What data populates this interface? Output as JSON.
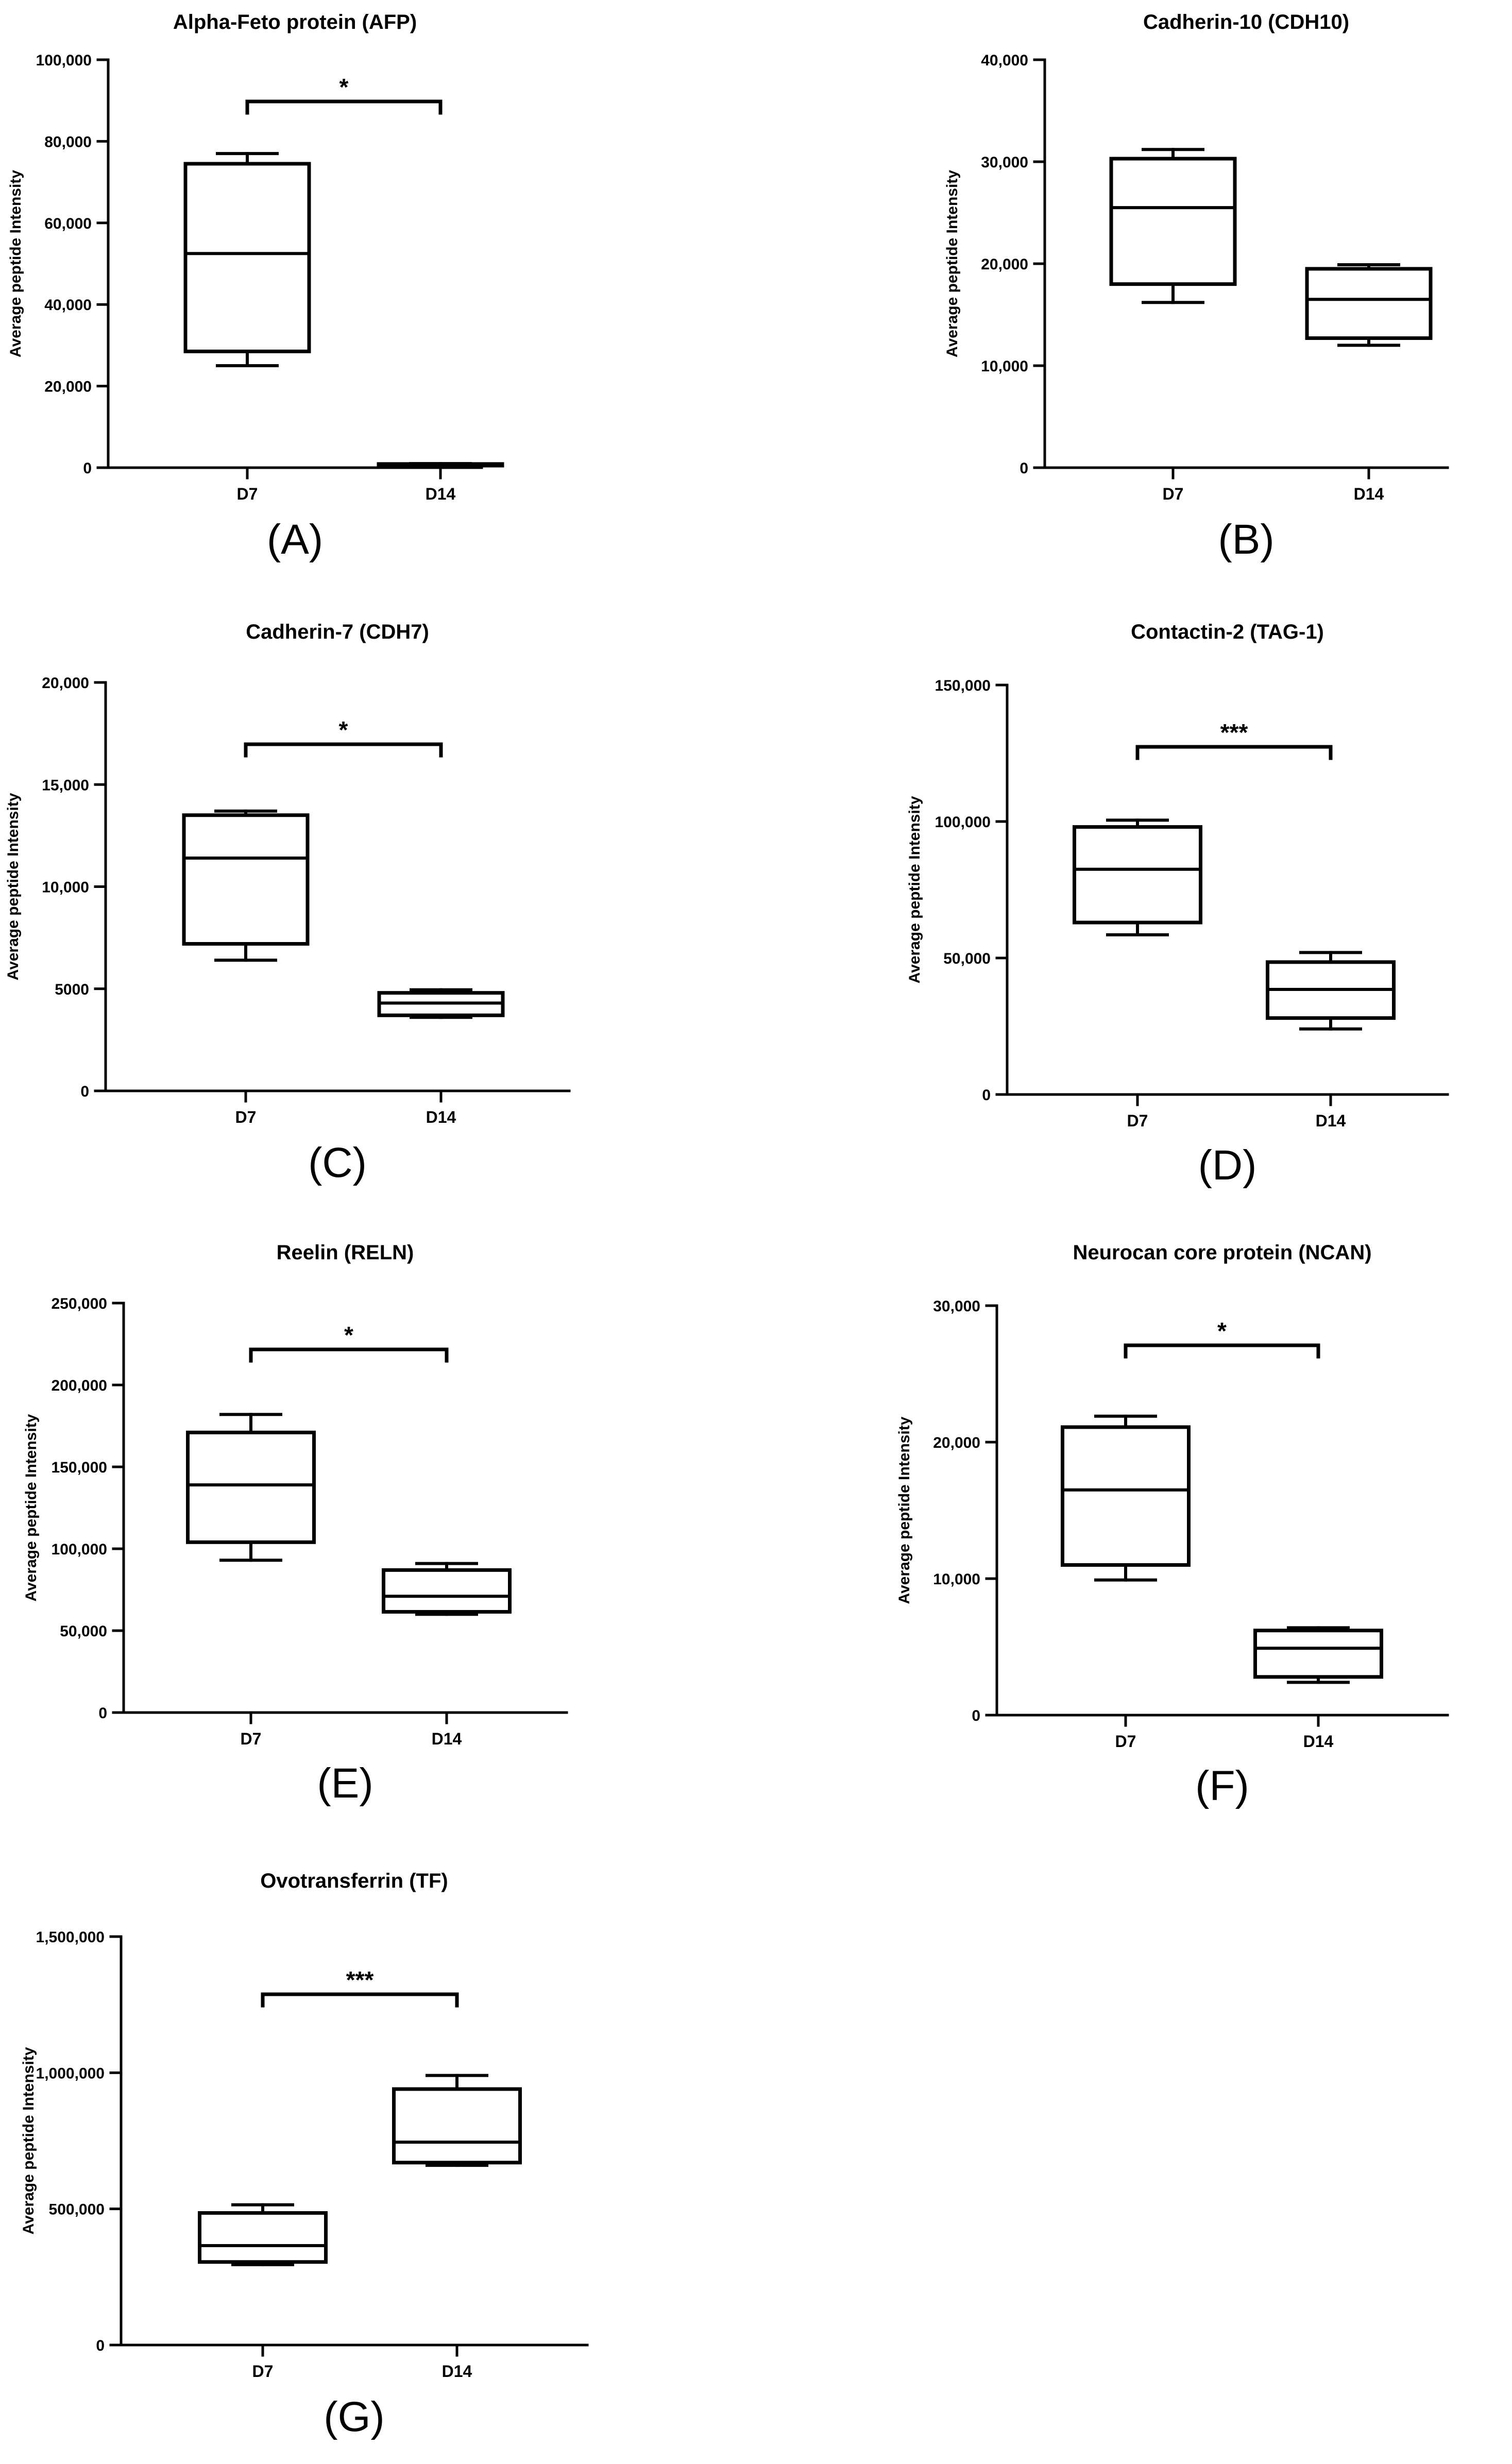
{
  "chart_data": [
    {
      "type": "box",
      "letter": "(A)",
      "title": "Alpha-Feto protein  (AFP)",
      "ylabel": "Average peptide Intensity",
      "categories": [
        "D7",
        "D14"
      ],
      "ylim": [
        0,
        100000
      ],
      "yticks": [
        0,
        20000,
        40000,
        60000,
        80000,
        100000
      ],
      "ytick_labels": [
        "0",
        "20,000",
        "40,000",
        "60,000",
        "80,000",
        "100,000"
      ],
      "boxes": [
        {
          "min": 25000,
          "q1": 28500,
          "median": 52500,
          "q3": 74500,
          "max": 77000
        },
        {
          "min": 500,
          "q1": 500,
          "median": 700,
          "q3": 900,
          "max": 1000
        }
      ],
      "significance": "*"
    },
    {
      "type": "box",
      "letter": "(B)",
      "title": "Cadherin-10 (CDH10)",
      "ylabel": "Average peptide Intensity",
      "categories": [
        "D7",
        "D14"
      ],
      "ylim": [
        0,
        40000
      ],
      "yticks": [
        0,
        10000,
        20000,
        30000,
        40000
      ],
      "ytick_labels": [
        "0",
        "10,000",
        "20,000",
        "30,000",
        "40,000"
      ],
      "boxes": [
        {
          "min": 16200,
          "q1": 18000,
          "median": 25500,
          "q3": 30300,
          "max": 31200
        },
        {
          "min": 12000,
          "q1": 12700,
          "median": 16500,
          "q3": 19500,
          "max": 19900
        }
      ],
      "significance": ""
    },
    {
      "type": "box",
      "letter": "(C)",
      "title": "Cadherin-7 (CDH7)",
      "ylabel": "Average peptide Intensity",
      "categories": [
        "D7",
        "D14"
      ],
      "ylim": [
        0,
        20000
      ],
      "yticks": [
        0,
        5000,
        10000,
        15000,
        20000
      ],
      "ytick_labels": [
        "0",
        "5000",
        "10,000",
        "15,000",
        "20,000"
      ],
      "boxes": [
        {
          "min": 6400,
          "q1": 7200,
          "median": 11400,
          "q3": 13500,
          "max": 13700
        },
        {
          "min": 3600,
          "q1": 3700,
          "median": 4300,
          "q3": 4800,
          "max": 4950
        }
      ],
      "significance": "*"
    },
    {
      "type": "box",
      "letter": "(D)",
      "title": "Contactin-2 (TAG-1)",
      "ylabel": "Average peptide Intensity",
      "categories": [
        "D7",
        "D14"
      ],
      "ylim": [
        0,
        150000
      ],
      "yticks": [
        0,
        50000,
        100000,
        150000
      ],
      "ytick_labels": [
        "0",
        "50,000",
        "100,000",
        "150,000"
      ],
      "boxes": [
        {
          "min": 58500,
          "q1": 63000,
          "median": 82500,
          "q3": 98000,
          "max": 100500
        },
        {
          "min": 24000,
          "q1": 28000,
          "median": 38500,
          "q3": 48500,
          "max": 52000
        }
      ],
      "significance": "***"
    },
    {
      "type": "box",
      "letter": "(E)",
      "title": "Reelin (RELN)",
      "ylabel": "Average peptide Intensity",
      "categories": [
        "D7",
        "D14"
      ],
      "ylim": [
        0,
        250000
      ],
      "yticks": [
        0,
        50000,
        100000,
        150000,
        200000,
        250000
      ],
      "ytick_labels": [
        "0",
        "50,000",
        "100,000",
        "150,000",
        "200,000",
        "250,000"
      ],
      "boxes": [
        {
          "min": 93000,
          "q1": 104000,
          "median": 139000,
          "q3": 171000,
          "max": 182000
        },
        {
          "min": 60000,
          "q1": 61500,
          "median": 71000,
          "q3": 87000,
          "max": 91000
        }
      ],
      "significance": "*"
    },
    {
      "type": "box",
      "letter": "(F)",
      "title": "Neurocan core protein (NCAN)",
      "ylabel": "Average peptide Intensity",
      "categories": [
        "D7",
        "D14"
      ],
      "ylim": [
        0,
        30000
      ],
      "yticks": [
        0,
        10000,
        20000,
        30000
      ],
      "ytick_labels": [
        "0",
        "10,000",
        "20,000",
        "30,000"
      ],
      "boxes": [
        {
          "min": 9900,
          "q1": 11000,
          "median": 16500,
          "q3": 21100,
          "max": 21900
        },
        {
          "min": 2400,
          "q1": 2800,
          "median": 4900,
          "q3": 6200,
          "max": 6400
        }
      ],
      "significance": "*"
    },
    {
      "type": "box",
      "letter": "(G)",
      "title": "Ovotransferrin (TF)",
      "ylabel": "Average peptide Intensity",
      "categories": [
        "D7",
        "D14"
      ],
      "ylim": [
        0,
        1500000
      ],
      "yticks": [
        0,
        500000,
        1000000,
        1500000
      ],
      "ytick_labels": [
        "0",
        "500,000",
        "1,000,000",
        "1,500,000"
      ],
      "boxes": [
        {
          "min": 295000,
          "q1": 305000,
          "median": 365000,
          "q3": 485000,
          "max": 515000
        },
        {
          "min": 660000,
          "q1": 670000,
          "median": 745000,
          "q3": 940000,
          "max": 990000
        }
      ],
      "significance": "***"
    }
  ]
}
